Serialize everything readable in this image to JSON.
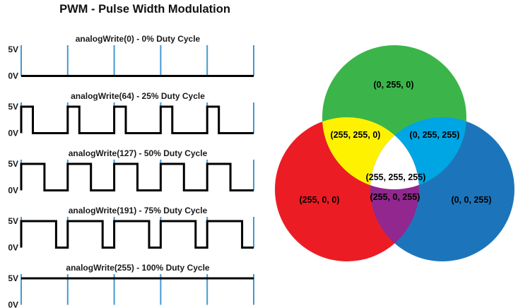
{
  "title": "PWM - Pulse Width Modulation",
  "colors": {
    "tick_blue": "#4299D3",
    "waveform_black": "#000000",
    "red": "#EC1C24",
    "green": "#3BB54A",
    "blue": "#1C75BB",
    "yellow": "#FFF200",
    "cyan": "#00A5E3",
    "magenta_purple": "#92278F",
    "white": "#FFFFFF"
  },
  "chart_data": [
    {
      "type": "line",
      "subtype": "pwm-square-wave-panels",
      "title": "PWM - Pulse Width Modulation",
      "ylabels": {
        "high": "5V",
        "low": "0V"
      },
      "periods_shown": 5,
      "panels": [
        {
          "label": "analogWrite(0) - 0% Duty Cycle",
          "analog_write_value": 0,
          "duty_percent": 0
        },
        {
          "label": "analogWrite(64) - 25% Duty Cycle",
          "analog_write_value": 64,
          "duty_percent": 25
        },
        {
          "label": "analogWrite(127) - 50% Duty Cycle",
          "analog_write_value": 127,
          "duty_percent": 50
        },
        {
          "label": "analogWrite(191) - 75% Duty Cycle",
          "analog_write_value": 191,
          "duty_percent": 75
        },
        {
          "label": "analogWrite(255) - 100% Duty Cycle",
          "analog_write_value": 255,
          "duty_percent": 100
        }
      ]
    },
    {
      "type": "venn",
      "subtype": "rgb-color-mixing",
      "circles": [
        {
          "name": "green",
          "label": "(0, 255, 0)",
          "color": "#3BB54A"
        },
        {
          "name": "red",
          "label": "(255, 0, 0)",
          "color": "#EC1C24"
        },
        {
          "name": "blue",
          "label": "(0, 0, 255)",
          "color": "#1C75BB"
        }
      ],
      "overlaps": [
        {
          "name": "red-green",
          "label": "(255, 255, 0)",
          "color": "#FFF200"
        },
        {
          "name": "green-blue",
          "label": "(0, 255, 255)",
          "color": "#00A5E3"
        },
        {
          "name": "red-blue",
          "label": "(255, 0, 255)",
          "color": "#92278F"
        },
        {
          "name": "red-green-blue",
          "label": "(255, 255, 255)",
          "color": "#FFFFFF"
        }
      ]
    }
  ]
}
